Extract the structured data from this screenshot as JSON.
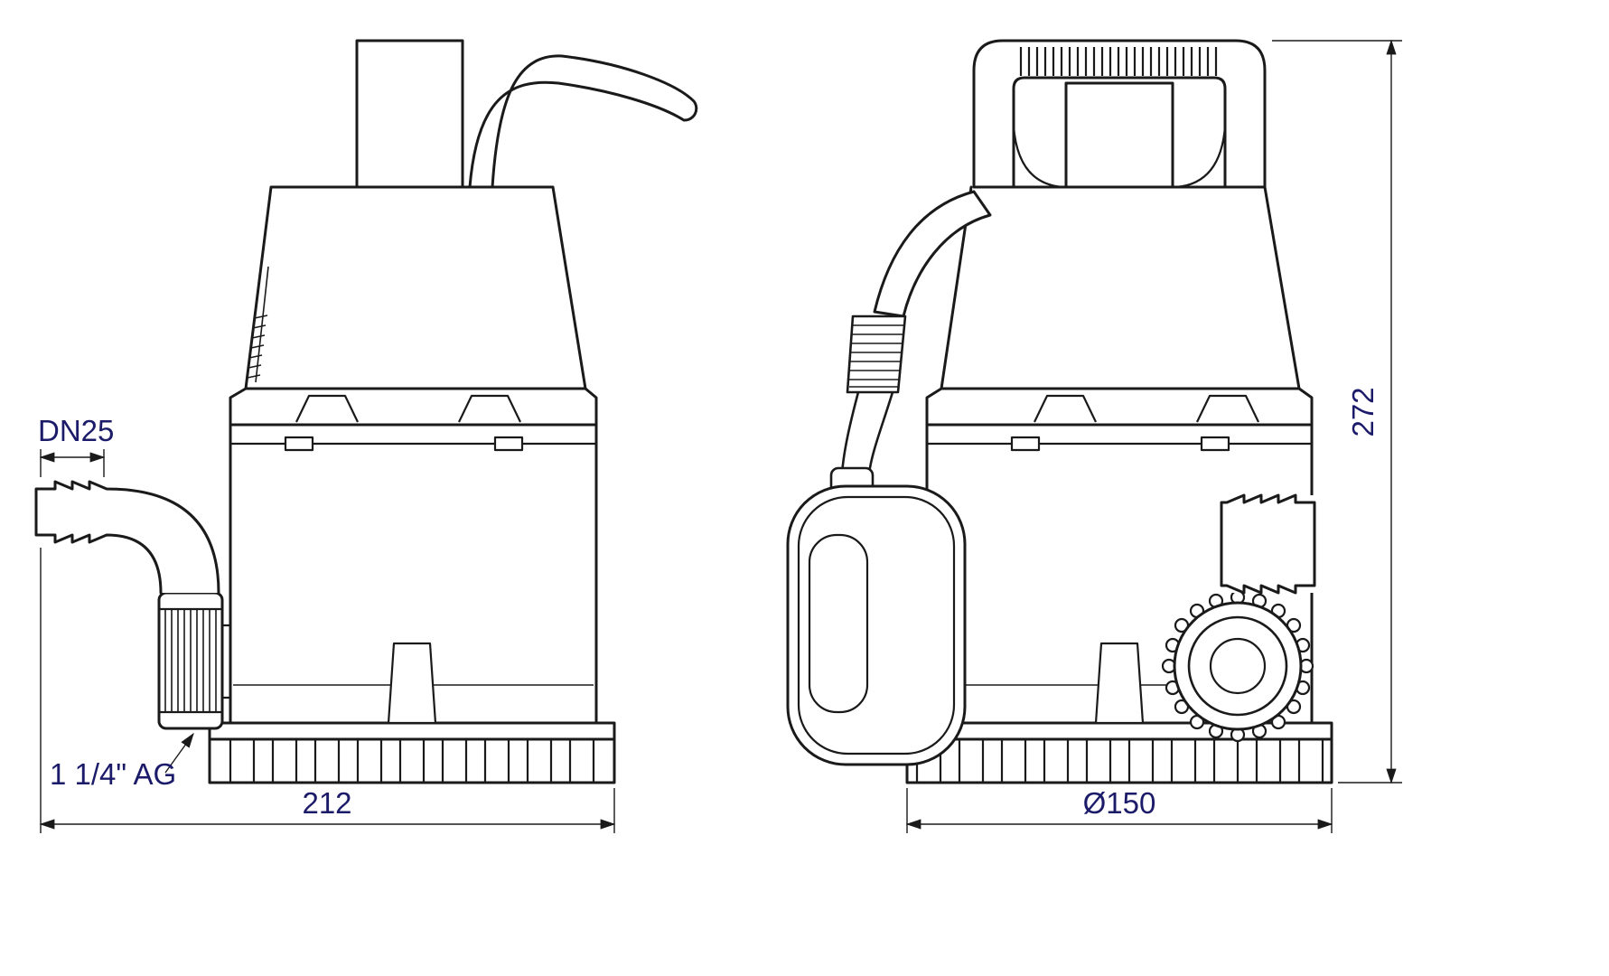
{
  "drawing": {
    "labels": {
      "hose_connector": "DN25",
      "overall_width": "212",
      "outlet_thread": "1 1/4\" AG",
      "base_diameter": "Ø150",
      "overall_height": "272"
    },
    "colors": {
      "line": "#1a1a1a",
      "dimension_text": "#1b1b6a",
      "background": "#ffffff"
    }
  }
}
